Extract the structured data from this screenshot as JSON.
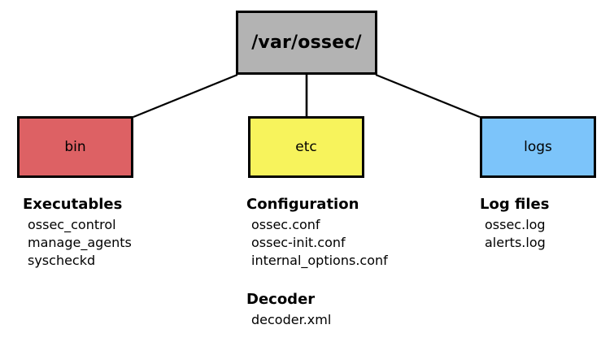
{
  "diagram": {
    "type": "tree",
    "root": {
      "label": "/var/ossec/",
      "color": "#b3b3b3"
    },
    "children": [
      {
        "label": "bin",
        "color": "#dd6164"
      },
      {
        "label": "etc",
        "color": "#f7f35c"
      },
      {
        "label": "logs",
        "color": "#7cc4fa"
      }
    ],
    "edge_color": "#000000",
    "border_color": "#000000",
    "background": "#ffffff"
  },
  "legends": [
    {
      "title": "Executables",
      "items": [
        "ossec_control",
        "manage_agents",
        "syscheckd"
      ]
    },
    {
      "title": "Configuration",
      "items": [
        "ossec.conf",
        "ossec-init.conf",
        "internal_options.conf"
      ]
    },
    {
      "title": "Decoder",
      "items": [
        "decoder.xml"
      ]
    },
    {
      "title": "Log files",
      "items": [
        "ossec.log",
        "alerts.log"
      ]
    }
  ]
}
